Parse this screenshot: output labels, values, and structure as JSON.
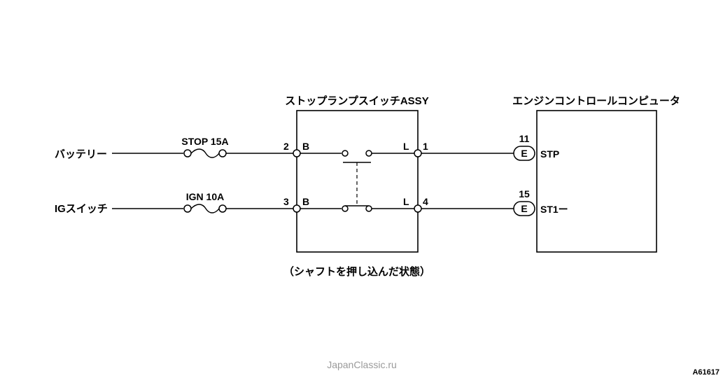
{
  "switch_assy": {
    "title": "ストップランプスイッチASSY",
    "pins": {
      "p2": "2",
      "p3": "3",
      "p1": "1",
      "p4": "4"
    },
    "side_left_top": "B",
    "side_left_bottom": "B",
    "side_right_top": "L",
    "side_right_bottom": "L"
  },
  "ecu": {
    "title": "エンジンコントロールコンピュータ",
    "connector": "E",
    "pin_top": "11",
    "pin_bottom": "15",
    "sig_top": "STP",
    "sig_bottom": "ST1ー"
  },
  "sources": {
    "battery": "バッテリー",
    "ig_switch": "IGスイッチ"
  },
  "fuses": {
    "top": "STOP 15A",
    "bottom": "IGN 10A"
  },
  "caption": "（シャフトを押し込んだ状態）",
  "watermark": "JapanClassic.ru",
  "figure_id": "A61617"
}
